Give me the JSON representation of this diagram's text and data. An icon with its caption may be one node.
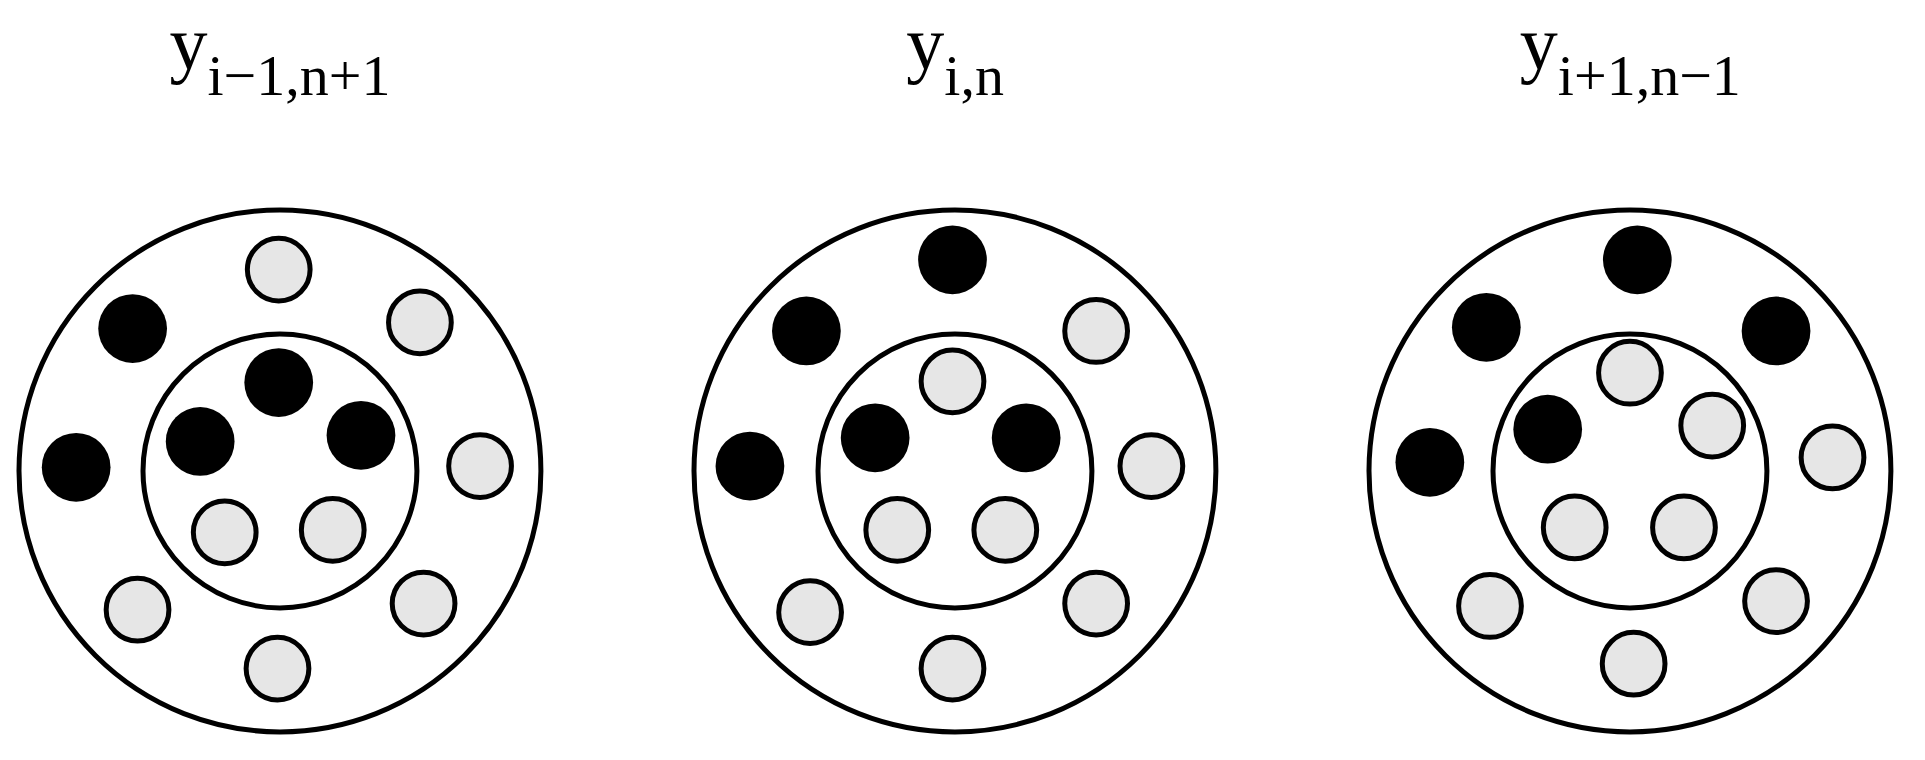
{
  "diagram": {
    "nodes": [
      {
        "text": [
          "y$_{i−1,n+1}$"
        ]
      },
      {
        "text": [],
        "shape": "circle",
        "in": 0
      },
      {
        "text": [
          "y$_{i,n}$"
        ]
      },
      {
        "text": [],
        "shape": "circle",
        "in": 2
      },
      {
        "text": [
          "y$_{i+1,n−1}$"
        ]
      },
      {
        "text": [],
        "shape": "circle",
        "in": 4
      }
    ]
  }
}
